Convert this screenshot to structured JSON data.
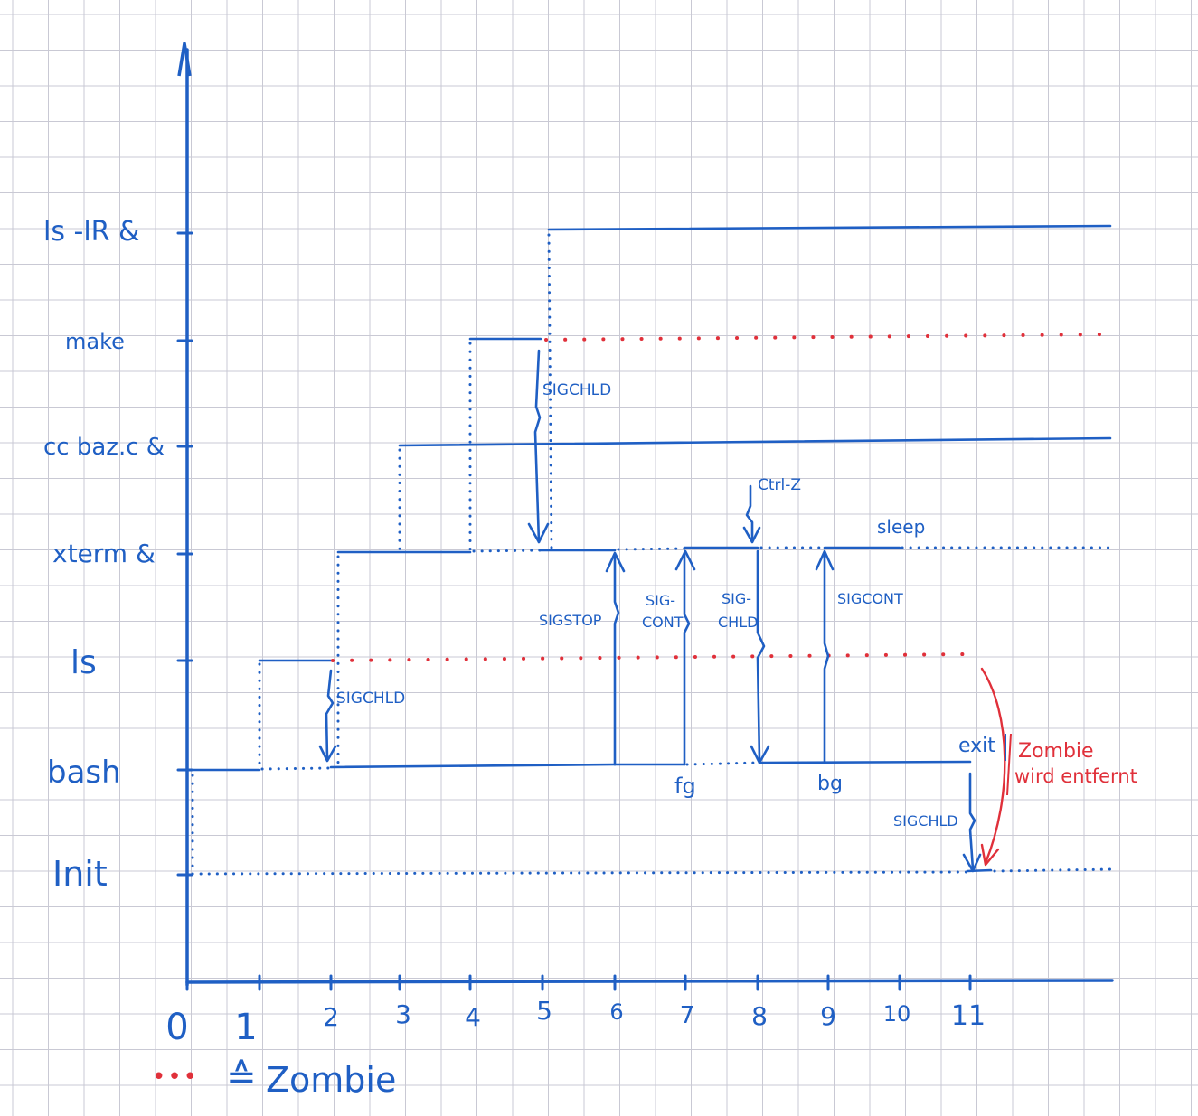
{
  "colors": {
    "ink": "#1f5fc4",
    "red": "#e0303a",
    "grid": "#c9c9d4",
    "paper": "#ffffff"
  },
  "y_axis": {
    "processes": [
      "ls -lR &",
      "make",
      "cc baz.c &",
      "xterm &",
      "ls",
      "bash",
      "Init"
    ]
  },
  "x_axis": {
    "ticks": [
      "0",
      "1",
      "2",
      "3",
      "4",
      "5",
      "6",
      "7",
      "8",
      "9",
      "10",
      "11"
    ]
  },
  "signals": {
    "sigchld_ls": "SIGCHLD",
    "sigchld_make": "SIGCHLD",
    "sigstop": "SIGSTOP",
    "sigcont_1a": "SIG-",
    "sigcont_1b": "CONT",
    "sigchld_2a": "SIG-",
    "sigchld_2b": "CHLD",
    "sigcont_2": "SIGCONT",
    "ctrlz": "Ctrl-Z",
    "sigchld_bash": "SIGCHLD"
  },
  "events": {
    "sleep": "sleep",
    "fg": "fg",
    "bg": "bg",
    "exit": "exit"
  },
  "zombie_note": {
    "line1": "Zombie",
    "line2": "wird entfernt"
  },
  "legend": {
    "dots": "•••",
    "equiv": "≙",
    "label": "Zombie"
  }
}
